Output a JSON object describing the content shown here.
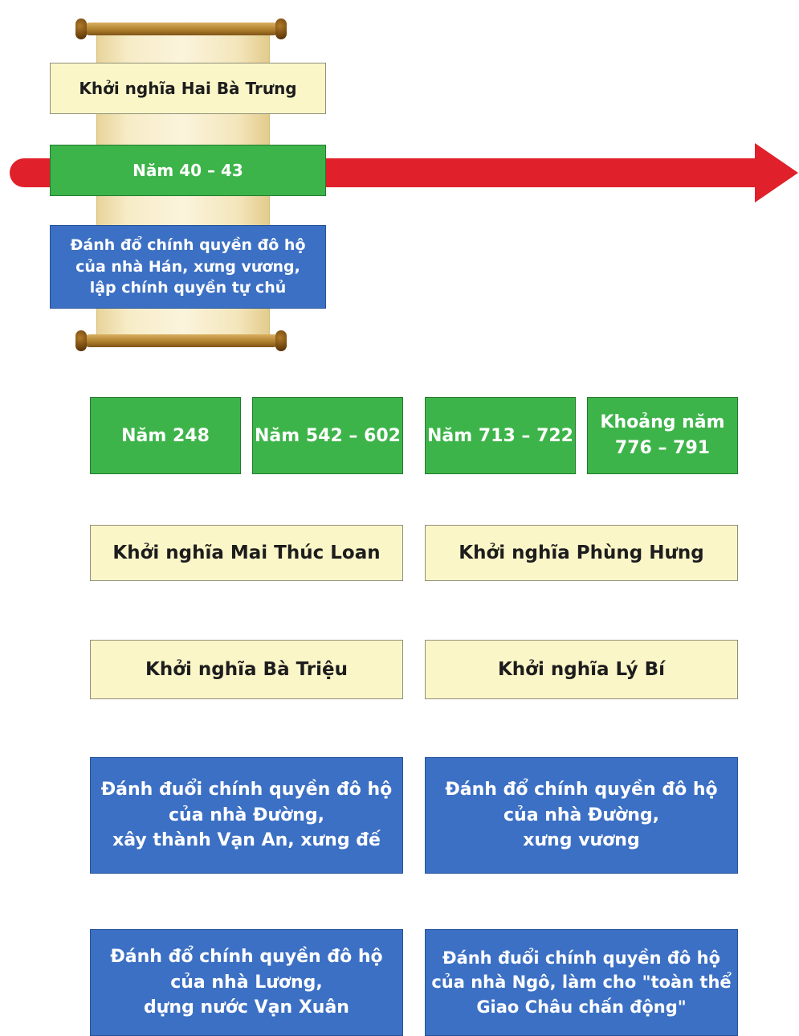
{
  "colors": {
    "arrow": "#e0202a",
    "date_box": "#3db44a",
    "event_box": "#fbf6c8",
    "description_box": "#3c70c4",
    "scroll": "#f7ecc7"
  },
  "timeline": {
    "example": {
      "event": "Khởi nghĩa Hai Bà Trưng",
      "date": "Năm 40 – 43",
      "description": "Đánh đổ chính quyền đô hộ\ncủa nhà Hán, xưng vương,\nlập chính quyền tự chủ"
    }
  },
  "dates": [
    "Năm 248",
    "Năm 542 – 602",
    "Năm 713 – 722",
    "Khoảng năm\n776 – 791"
  ],
  "events": [
    "Khởi nghĩa Mai Thúc Loan",
    "Khởi nghĩa Phùng Hưng",
    "Khởi nghĩa Bà Triệu",
    "Khởi nghĩa Lý Bí"
  ],
  "descriptions": [
    "Đánh đuổi chính quyền đô hộ\ncủa nhà Đường,\nxây thành Vạn An, xưng đế",
    "Đánh đổ chính quyền đô hộ\ncủa nhà Đường,\nxưng vương",
    "Đánh đổ chính quyền đô hộ\ncủa nhà Lương,\ndựng nước Vạn Xuân",
    "Đánh đuổi chính quyền đô hộ\ncủa nhà Ngô, làm cho \"toàn thể\nGiao Châu chấn động\""
  ]
}
